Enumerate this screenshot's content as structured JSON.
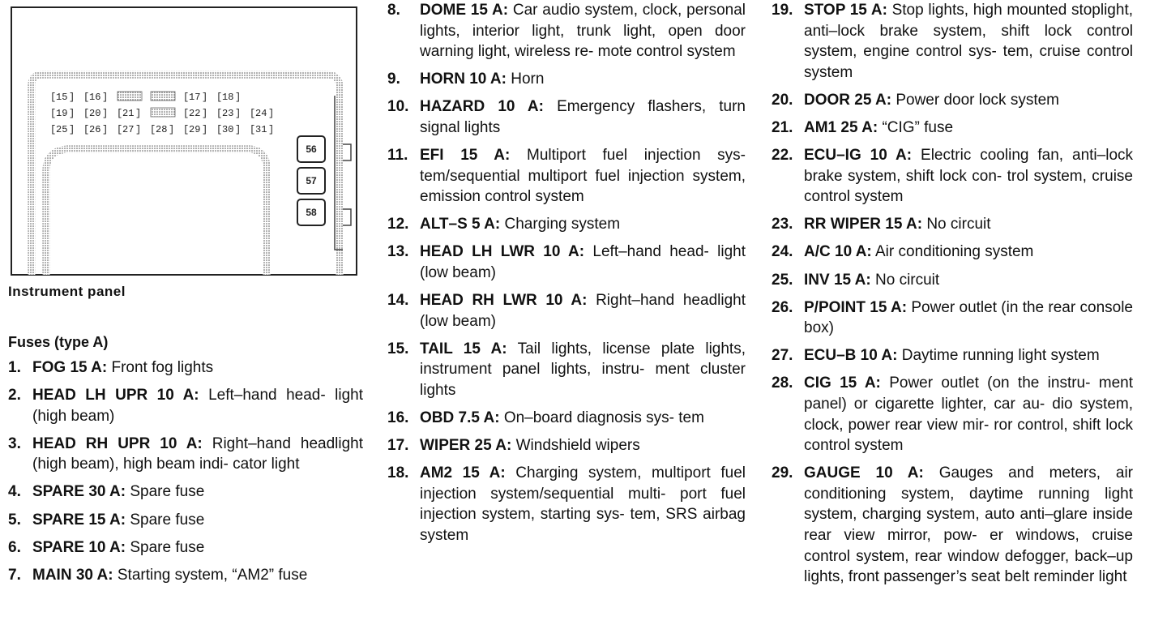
{
  "diagram": {
    "caption": "Instrument panel",
    "fuse_rows": [
      [
        "15",
        "16",
        "",
        "",
        "17",
        "18"
      ],
      [
        "19",
        "20",
        "21",
        "",
        "22",
        "23",
        "24"
      ],
      [
        "25",
        "26",
        "27",
        "28",
        "29",
        "30",
        "31"
      ]
    ],
    "relays": [
      "56",
      "57",
      "58"
    ]
  },
  "section_title": "Fuses (type A)",
  "fuses": [
    {
      "num": "1.",
      "name": "FOG 15 A:",
      "desc": "Front fog lights"
    },
    {
      "num": "2.",
      "name": "HEAD LH UPR 10 A:",
      "desc": "Left–hand head- light (high beam)"
    },
    {
      "num": "3.",
      "name": "HEAD RH UPR 10 A:",
      "desc": "Right–hand headlight (high beam), high beam indi- cator light"
    },
    {
      "num": "4.",
      "name": "SPARE 30 A:",
      "desc": "Spare fuse"
    },
    {
      "num": "5.",
      "name": "SPARE 15 A:",
      "desc": "Spare fuse"
    },
    {
      "num": "6.",
      "name": "SPARE 10 A:",
      "desc": "Spare fuse"
    },
    {
      "num": "7.",
      "name": "MAIN 30 A:",
      "desc": "Starting system, “AM2” fuse"
    },
    {
      "num": "8.",
      "name": "DOME 15 A:",
      "desc": "Car audio system, clock, personal lights, interior light, trunk light, open door warning light, wireless re- mote control system"
    },
    {
      "num": "9.",
      "name": "HORN 10 A:",
      "desc": "Horn"
    },
    {
      "num": "10.",
      "name": "HAZARD 10 A:",
      "desc": "Emergency flashers, turn signal lights"
    },
    {
      "num": "11.",
      "name": "EFI 15 A:",
      "desc": "Multiport fuel injection sys- tem/sequential multiport fuel injection system, emission control system"
    },
    {
      "num": "12.",
      "name": "ALT–S 5 A:",
      "desc": "Charging system"
    },
    {
      "num": "13.",
      "name": "HEAD LH LWR 10 A:",
      "desc": "Left–hand head- light (low beam)"
    },
    {
      "num": "14.",
      "name": "HEAD RH LWR 10 A:",
      "desc": "Right–hand headlight (low beam)"
    },
    {
      "num": "15.",
      "name": "TAIL 15 A:",
      "desc": "Tail lights, license plate lights, instrument panel lights, instru- ment cluster lights"
    },
    {
      "num": "16.",
      "name": "OBD 7.5 A:",
      "desc": "On–board diagnosis sys- tem"
    },
    {
      "num": "17.",
      "name": "WIPER 25 A:",
      "desc": "Windshield wipers"
    },
    {
      "num": "18.",
      "name": "AM2 15 A:",
      "desc": "Charging system, multiport fuel injection system/sequential multi- port fuel injection system, starting sys- tem, SRS airbag system"
    },
    {
      "num": "19.",
      "name": "STOP 15 A:",
      "desc": "Stop lights, high mounted stoplight, anti–lock brake system, shift lock control system, engine control sys- tem, cruise control system"
    },
    {
      "num": "20.",
      "name": "DOOR 25 A:",
      "desc": "Power door lock system"
    },
    {
      "num": "21.",
      "name": "AM1 25 A:",
      "desc": "“CIG” fuse"
    },
    {
      "num": "22.",
      "name": "ECU–IG 10 A:",
      "desc": "Electric cooling fan, anti–lock brake system, shift lock con- trol system, cruise control system"
    },
    {
      "num": "23.",
      "name": "RR WIPER 15 A:",
      "desc": "No circuit"
    },
    {
      "num": "24.",
      "name": "A/C 10 A:",
      "desc": "Air conditioning system"
    },
    {
      "num": "25.",
      "name": "INV 15 A:",
      "desc": "No circuit"
    },
    {
      "num": "26.",
      "name": "P/POINT 15 A:",
      "desc": "Power outlet (in the rear console box)"
    },
    {
      "num": "27.",
      "name": "ECU–B 10 A:",
      "desc": "Daytime running light system"
    },
    {
      "num": "28.",
      "name": "CIG 15 A:",
      "desc": "Power outlet (on the instru- ment panel) or cigarette lighter, car au- dio system, clock, power rear view mir- ror control, shift lock control system"
    },
    {
      "num": "29.",
      "name": "GAUGE 10 A:",
      "desc": "Gauges and meters, air conditioning system, daytime running light system, charging system, auto anti–glare inside rear view mirror, pow- er windows, cruise control system, rear window defogger, back–up lights, front passenger’s seat belt reminder light"
    }
  ]
}
